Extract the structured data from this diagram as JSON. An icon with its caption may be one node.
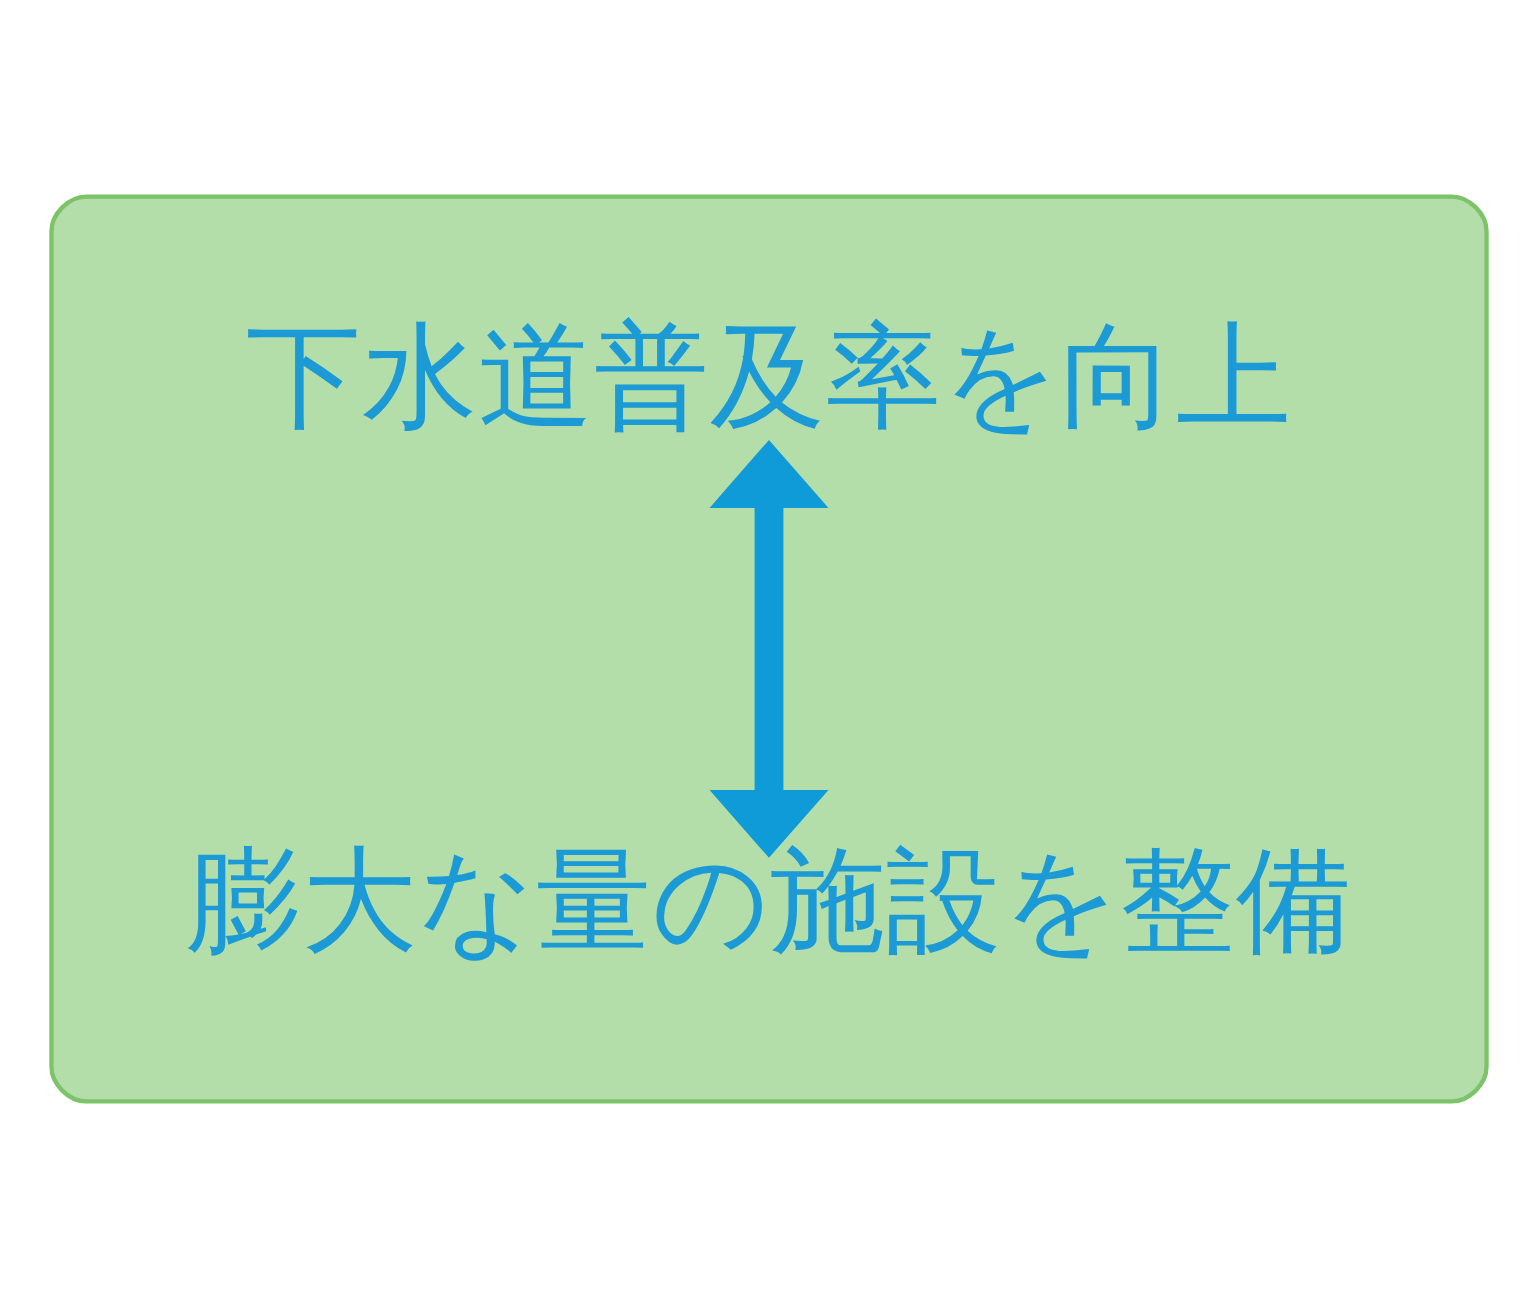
{
  "diagram": {
    "nodes": [
      {
        "text": [],
        "shape": "bubble"
      },
      {
        "text": [
          "下水道普及率を向上"
        ],
        "in": 0
      },
      {
        "text": [
          "膨大な量の施設を整備"
        ],
        "in": 0
      }
    ],
    "edges": [
      {
        "from": 1,
        "to": 2,
        "arrow": "both"
      }
    ]
  }
}
